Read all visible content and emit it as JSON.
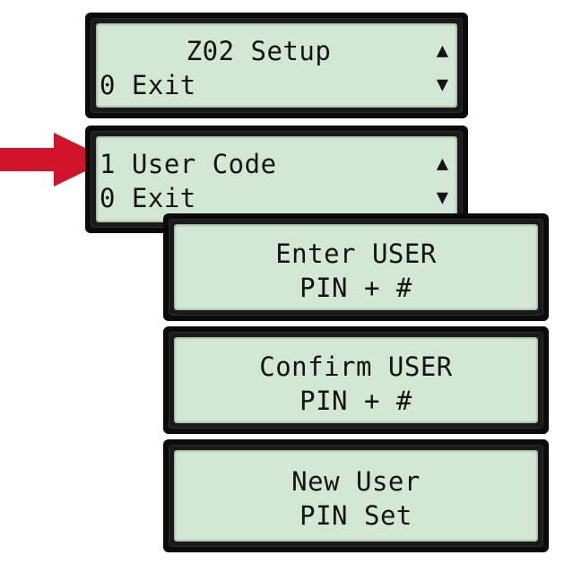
{
  "screens": {
    "setup": {
      "line1": "Z02 Setup",
      "line2": "0 Exit",
      "up_icon": "up-triangle-icon",
      "down_icon": "down-triangle-icon"
    },
    "user_code": {
      "line1": "1 User Code",
      "line2": "0 Exit",
      "up_icon": "up-triangle-icon",
      "down_icon": "down-triangle-icon"
    },
    "enter_pin": {
      "line1": "Enter USER",
      "line2": "PIN + #"
    },
    "confirm_pin": {
      "line1": "Confirm USER",
      "line2": "PIN + #"
    },
    "new_pin": {
      "line1": "New User",
      "line2": "PIN Set"
    }
  },
  "colors": {
    "lcd_background": "#d2e8d4",
    "frame": "#0b0b0b",
    "pointer_arrow": "#d0152b"
  },
  "pointer": {
    "icon": "right-arrow-icon"
  }
}
